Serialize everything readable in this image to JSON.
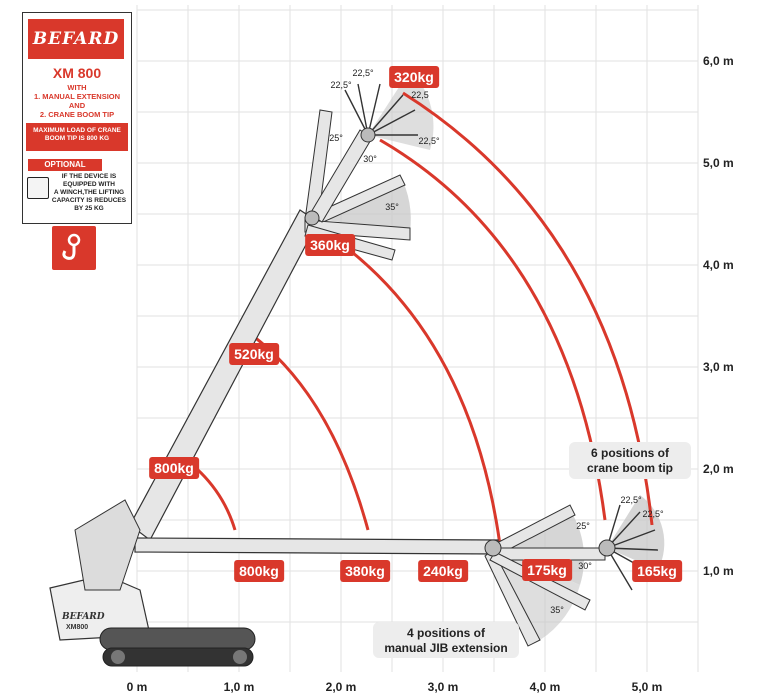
{
  "x_axis": {
    "ticks": [
      "0 m",
      "1,0 m",
      "2,0 m",
      "3,0 m",
      "4,0 m",
      "5,0 m"
    ],
    "values": [
      0,
      1,
      2,
      3,
      4,
      5
    ]
  },
  "y_axis": {
    "ticks": [
      "1,0 m",
      "2,0 m",
      "3,0 m",
      "4,0 m",
      "5,0 m",
      "6,0 m"
    ],
    "values": [
      1,
      2,
      3,
      4,
      5,
      6
    ]
  },
  "spec_panel": {
    "brand": "BEFARD",
    "model": "XM 800",
    "features": "WITH\n1. MANUAL EXTENSION\nAND\n2. CRANE BOOM TIP",
    "max_load": "MAXIMUM LOAD OF CRANE\nBOOM TIP IS 800 KG",
    "optional_label": "OPTIONAL",
    "optional_text": "IF THE DEVICE IS\nEQUIPPED WITH\nA WINCH,THE LIFTING\nCAPACITY IS REDUCES\nBY 25 KG"
  },
  "capacities": {
    "c320": "320kg",
    "c360": "360kg",
    "c520": "520kg",
    "c800_boom": "800kg",
    "c800_base": "800kg",
    "c380": "380kg",
    "c240": "240kg",
    "c175": "175kg",
    "c165": "165kg"
  },
  "notes": {
    "boom_tip": "6 positions of\ncrane boom tip",
    "jib": "4 positions of\nmanual JIB extension"
  },
  "angles": {
    "a1": "22,5°",
    "a2": "22,5°",
    "a3": "22,5",
    "a4": "22,5°",
    "a5": "25°",
    "a6": "30°",
    "a7": "35°",
    "a8": "22,5°",
    "a9": "22,5°",
    "a10": "25°",
    "a11": "30°",
    "a12": "35°"
  },
  "machine_label": "BEFARD",
  "machine_model": "XM800",
  "colors": {
    "accent": "#d9382b",
    "boom": "#d9d9d9",
    "grid": "#e2e2e2",
    "sector": "#c9c9c9"
  }
}
